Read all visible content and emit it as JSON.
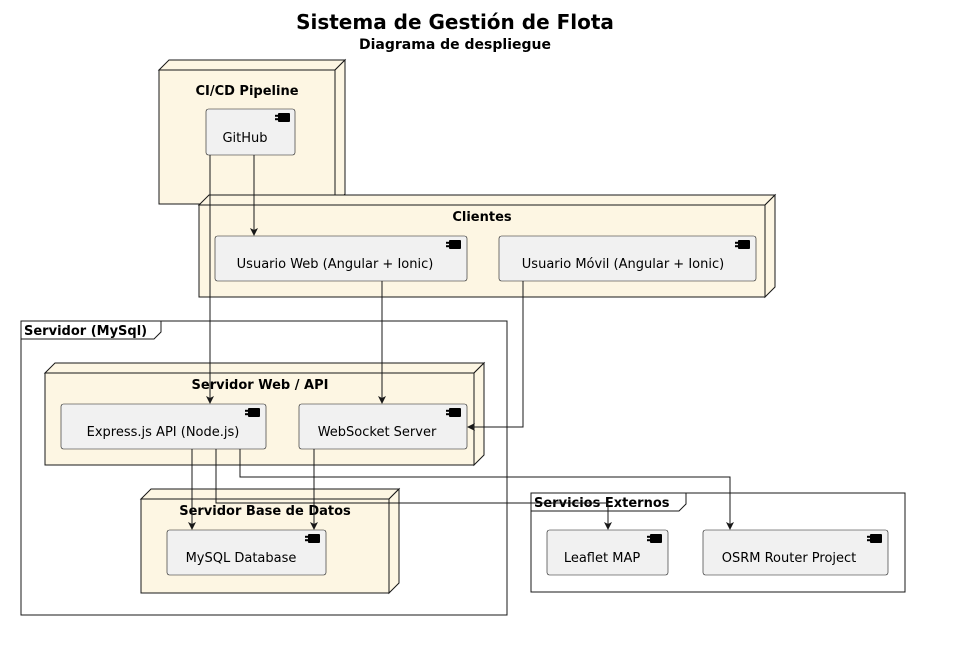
{
  "diagram": {
    "title": "Sistema de Gestión de Flota",
    "subtitle": "Diagrama de despliegue",
    "frames": {
      "servidor": "Servidor (MySql)",
      "externos": "Servicios Externos"
    },
    "nodes": {
      "cicd": "CI/CD Pipeline",
      "clientes": "Clientes",
      "web_api": "Servidor Web / API",
      "base_datos": "Servidor Base de Datos"
    },
    "components": {
      "github": "GitHub",
      "usuario_web": "Usuario Web (Angular + Ionic)",
      "usuario_movil": "Usuario Móvil (Angular + Ionic)",
      "express_api": "Express.js API (Node.js)",
      "websocket": "WebSocket Server",
      "mysql": "MySQL Database",
      "leaflet": "Leaflet MAP",
      "osrm": "OSRM Router Project"
    },
    "edges": [
      {
        "from": "github",
        "to": "usuario_web"
      },
      {
        "from": "github",
        "to": "express_api"
      },
      {
        "from": "usuario_web",
        "to": "websocket"
      },
      {
        "from": "usuario_movil",
        "to": "websocket"
      },
      {
        "from": "express_api",
        "to": "mysql"
      },
      {
        "from": "websocket",
        "to": "mysql"
      },
      {
        "from": "express_api",
        "to": "leaflet"
      },
      {
        "from": "express_api",
        "to": "osrm"
      }
    ]
  }
}
